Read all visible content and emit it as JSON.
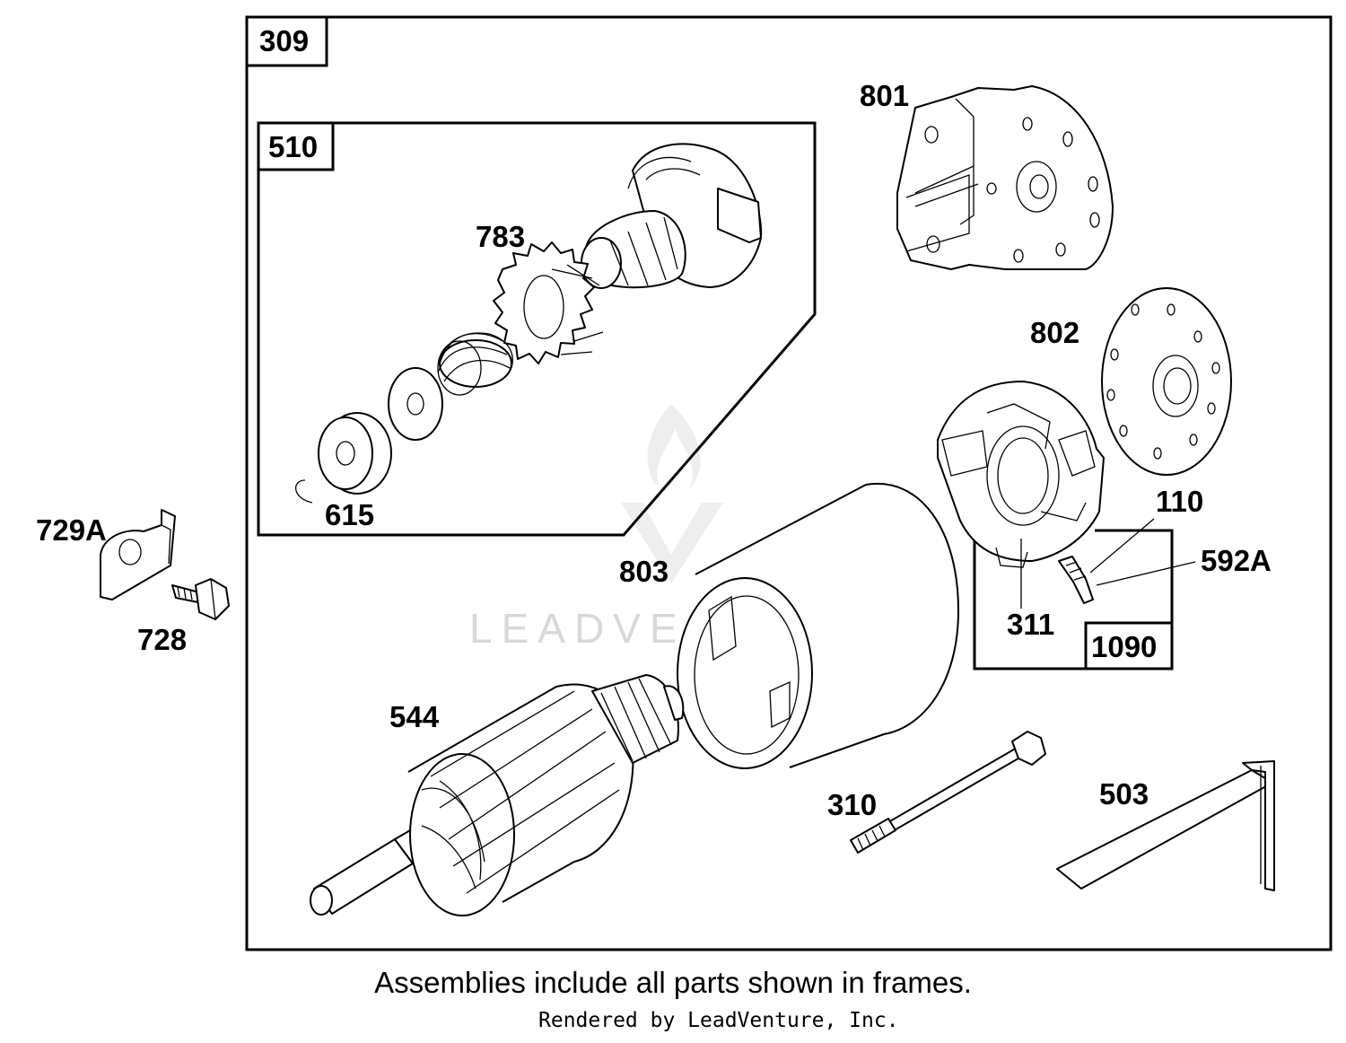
{
  "frames": {
    "main": "309",
    "drive": "510",
    "brush": "1090"
  },
  "parts": {
    "p801": "801",
    "p783": "783",
    "p802": "802",
    "p110": "110",
    "p592A": "592A",
    "p615": "615",
    "p729A": "729A",
    "p728": "728",
    "p803": "803",
    "p311": "311",
    "p544": "544",
    "p310": "310",
    "p503": "503"
  },
  "watermark": "LEADVENTURE",
  "caption": "Assemblies include all parts shown in frames.",
  "credit": "Rendered by LeadVenture, Inc."
}
